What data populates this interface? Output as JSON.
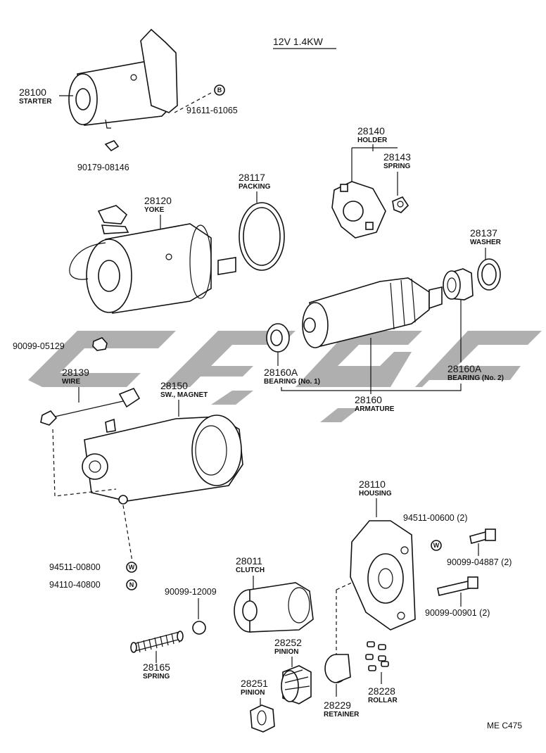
{
  "header": {
    "spec": "12V 1.4KW"
  },
  "footer": {
    "code": "ME C475"
  },
  "parts": {
    "p28100": {
      "number": "28100",
      "name": "STARTER"
    },
    "p91611": {
      "number": "91611-61065",
      "mark": "B"
    },
    "p90179": {
      "number": "90179-08146"
    },
    "p28140": {
      "number": "28140",
      "name": "HOLDER"
    },
    "p28143": {
      "number": "28143",
      "name": "SPRING"
    },
    "p28117": {
      "number": "28117",
      "name": "PACKING"
    },
    "p28120": {
      "number": "28120",
      "name": "YOKE"
    },
    "p28137": {
      "number": "28137",
      "name": "WASHER"
    },
    "p90099_05129": {
      "number": "90099-05129"
    },
    "p28139": {
      "number": "28139",
      "name": "WIRE"
    },
    "p28150": {
      "number": "28150",
      "name": "SW., MAGNET"
    },
    "p28160A_1": {
      "number": "28160A",
      "name": "BEARING (No. 1)"
    },
    "p28160A_2": {
      "number": "28160A",
      "name": "BEARING (No. 2)"
    },
    "p28160": {
      "number": "28160",
      "name": "ARMATURE"
    },
    "p28110": {
      "number": "28110",
      "name": "HOUSING"
    },
    "p94511_top": {
      "number": "94511-00600 (2)",
      "mark": "W"
    },
    "p90099_04887": {
      "number": "90099-04887 (2)"
    },
    "p90099_00901": {
      "number": "90099-00901 (2)"
    },
    "p94511_800": {
      "number": "94511-00800",
      "mark": "W"
    },
    "p94110": {
      "number": "94110-40800",
      "mark": "N"
    },
    "p28011": {
      "number": "28011",
      "name": "CLUTCH"
    },
    "p90099_12009": {
      "number": "90099-12009"
    },
    "p28165": {
      "number": "28165",
      "name": "SPRING"
    },
    "p28252": {
      "number": "28252",
      "name": "PINION"
    },
    "p28251": {
      "number": "28251",
      "name": "PINION"
    },
    "p28229": {
      "number": "28229",
      "name": "RETAINER"
    },
    "p28228": {
      "number": "28228",
      "name": "ROLLAR"
    }
  }
}
